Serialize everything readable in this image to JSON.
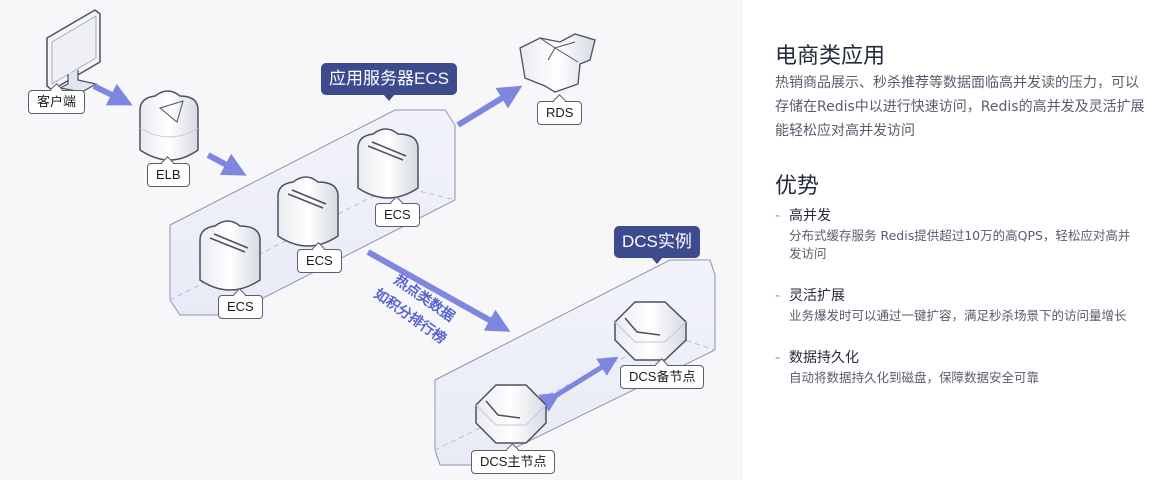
{
  "diagram": {
    "client_label": "客户端",
    "elb_label": "ELB",
    "ecs_group_callout": "应用服务器ECS",
    "ecs_labels": [
      "ECS",
      "ECS",
      "ECS"
    ],
    "rds_label": "RDS",
    "hot_data_line1": "热点类数据",
    "hot_data_line2": "如积分排行榜",
    "dcs_callout": "DCS实例",
    "dcs_standby_label": "DCS备节点",
    "dcs_master_label": "DCS主节点",
    "colors": {
      "arrow": "#7f86e0",
      "callout_bg": "#3d4a8d",
      "panel_bg": "#f7f7f9"
    }
  },
  "info": {
    "title": "电商类应用",
    "description": "热销商品展示、秒杀推荐等数据面临高并发读的压力，可以存储在Redis中以进行快速访问，Redis的高并发及灵活扩展能轻松应对高并发访问",
    "advantages_title": "优势",
    "advantages": [
      {
        "dash": "-",
        "title": "高并发",
        "desc": "分布式缓存服务 Redis提供超过10万的高QPS，轻松应对高并发访问"
      },
      {
        "dash": "-",
        "title": "灵活扩展",
        "desc": "业务爆发时可以通过一键扩容，满足秒杀场景下的访问量增长"
      },
      {
        "dash": "-",
        "title": "数据持久化",
        "desc": "自动将数据持久化到磁盘，保障数据安全可靠"
      }
    ]
  }
}
